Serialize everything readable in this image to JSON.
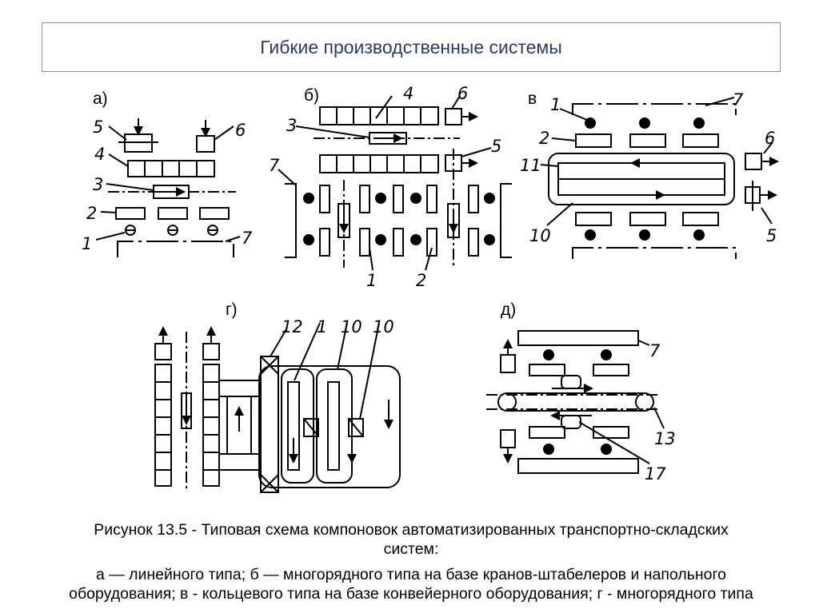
{
  "title": "Гибкие производственные системы",
  "panels": {
    "a": "а)",
    "b": "б)",
    "v": "в",
    "g": "г)",
    "d": "д)"
  },
  "numbers": {
    "n1": "1",
    "n2": "2",
    "n3": "3",
    "n4": "4",
    "n5": "5",
    "n6": "6",
    "n7": "7",
    "n10": "10",
    "n11": "11",
    "n12": "12",
    "n13": "13",
    "n17": "17"
  },
  "caption": {
    "line1": "Рисунок 13.5 - Типовая схема компоновок автоматизированных транспортно-складских",
    "line2": "систем:",
    "line3": "а — линейного типа; б — многорядного типа на базе кранов-штабелеров и напольного",
    "line4": "оборудования; в - кольцевого типа на базе конвейерного оборудования; г - многорядного типа"
  }
}
